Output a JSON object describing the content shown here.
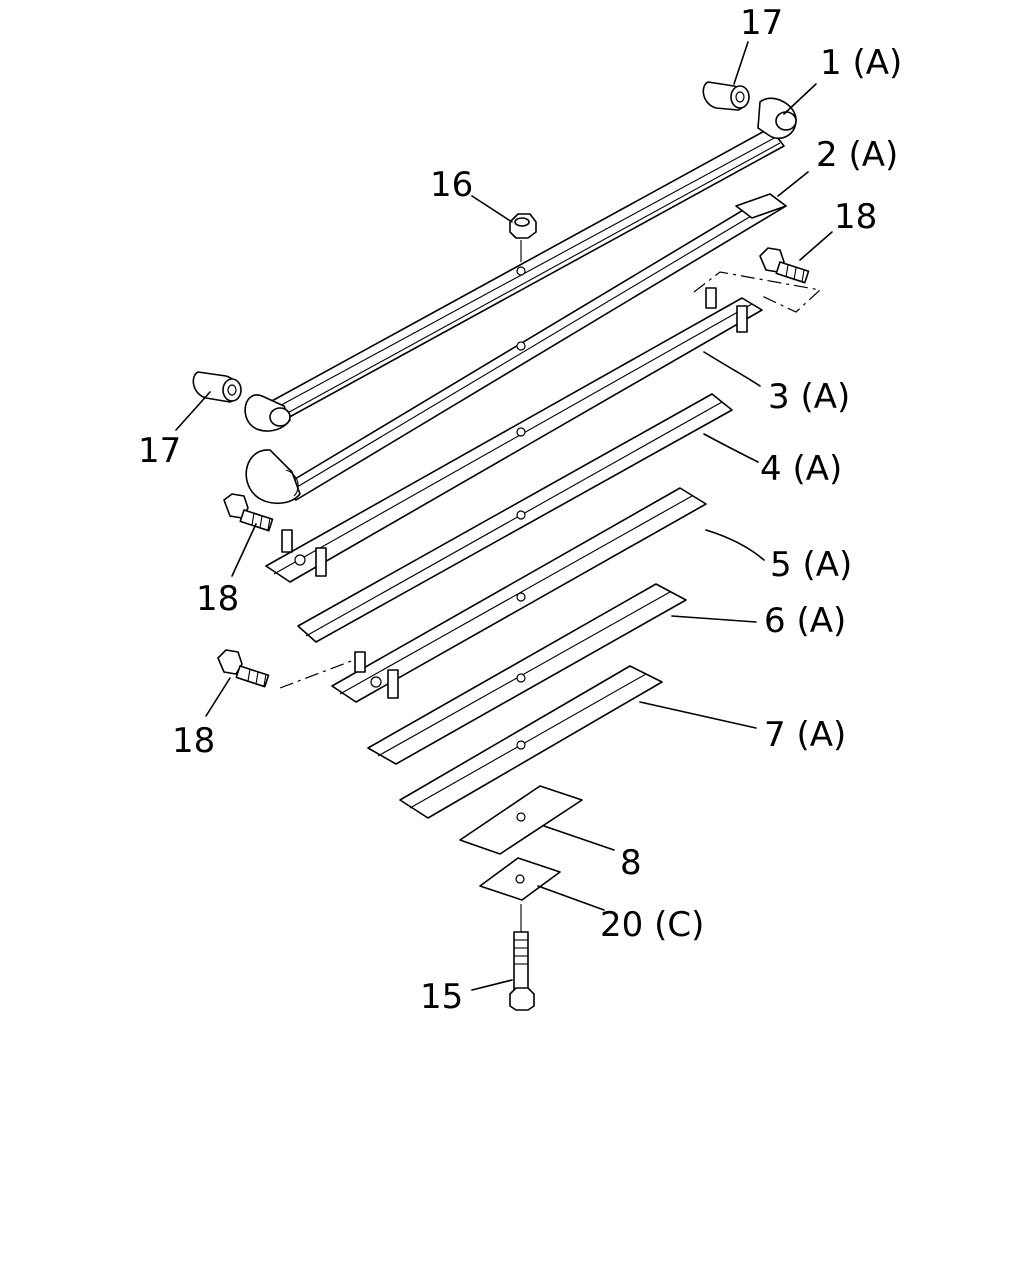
{
  "callouts": {
    "c17_top": "17",
    "c1": "1 (A)",
    "c2": "2 (A)",
    "c16": "16",
    "c18_right": "18",
    "c17_left": "17",
    "c3": "3 (A)",
    "c4": "4 (A)",
    "c18_mid": "18",
    "c5": "5 (A)",
    "c6": "6 (A)",
    "c18_low": "18",
    "c7": "7 (A)",
    "c8": "8",
    "c20": "20 (C)",
    "c15": "15"
  }
}
